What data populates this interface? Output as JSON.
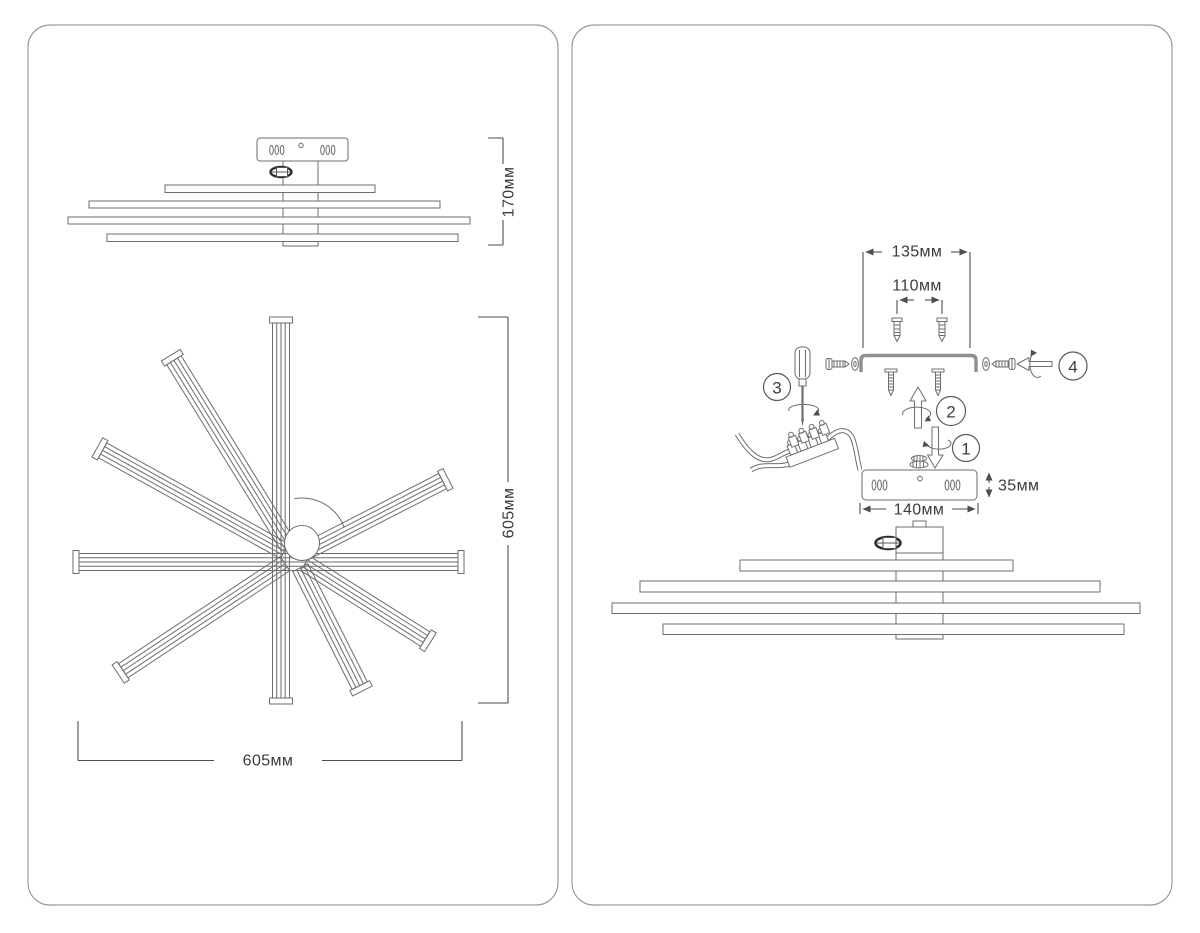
{
  "doc": {
    "type": "ceiling-lamp technical drawing and mounting instruction",
    "colors": {
      "line": "#6e6e6e",
      "text": "#3c3c3c",
      "panel_border": "#9a9a9a"
    }
  },
  "left_panel": {
    "side_view": {
      "height_dim": "170мм"
    },
    "top_view": {
      "height_dim": "605мм",
      "width_dim": "605мм"
    }
  },
  "right_panel": {
    "dims": {
      "bracket_span": "135мм",
      "hole_spacing": "110мм",
      "canopy_height": "35мм",
      "canopy_width": "140мм"
    },
    "steps": [
      {
        "num": "1"
      },
      {
        "num": "2"
      },
      {
        "num": "3"
      },
      {
        "num": "4"
      }
    ]
  }
}
